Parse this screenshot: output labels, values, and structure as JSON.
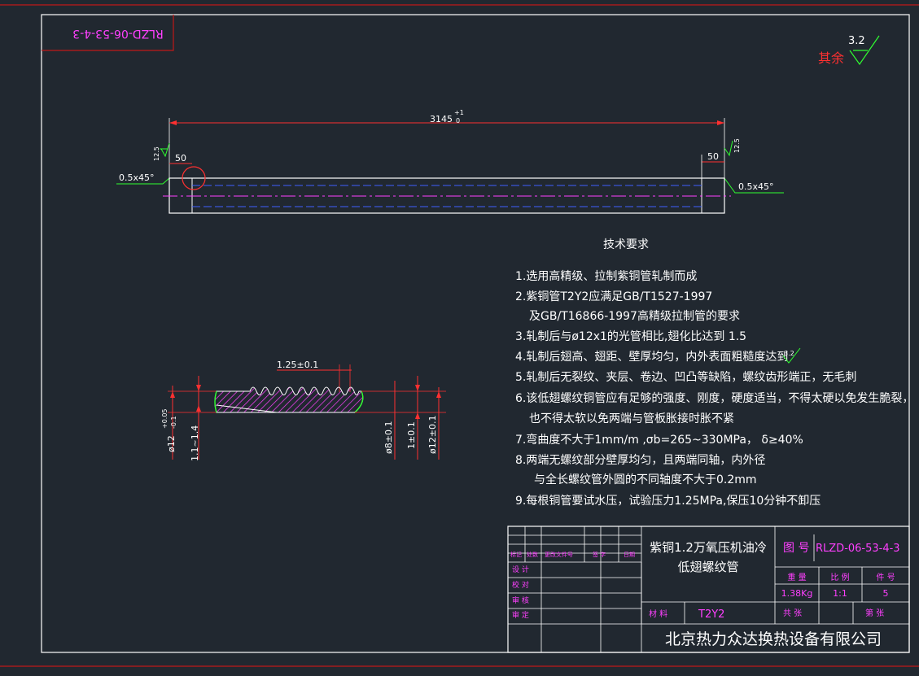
{
  "drawing_code": "RLZD-06-53-4-3",
  "roughness_note": {
    "label": "其余",
    "value": "3.2"
  },
  "dimensions": {
    "overall_length": "3145",
    "overall_tol_upper": "+1",
    "overall_tol_lower": "0",
    "end_length_left": "50",
    "end_length_right": "50",
    "chamfer_left": "0.5x45°",
    "chamfer_right": "0.5x45°",
    "end_roughness": "12.5",
    "pitch": "1.25±0.1",
    "outer_dia": "ø12",
    "outer_tol_upper": "+0.05",
    "outer_tol_lower": "-0.1",
    "groove_depth": "1.1~1.4",
    "inner_dia": "ø8±0.1",
    "wall": "1±0.1",
    "outer_dia_right": "ø12±0.1"
  },
  "tech_requirements": {
    "title": "技术要求",
    "items": [
      "1.选用高精级、拉制紫铜管轧制而成",
      "2.紫铜管T2Y2应满足GB/T1527-1997",
      "及GB/T16866-1997高精级拉制管的要求",
      "3.轧制后与ø12x1的光管相比,翅化比达到 1.5",
      "4.轧制后翅高、翅距、壁厚均匀，内外表面粗糙度达到",
      "5.轧制后无裂纹、夹层、卷边、凹凸等缺陷，螺纹齿形端正，无毛刺",
      "6.该低翅螺纹铜管应有足够的强度、刚度，硬度适当，不得太硬以免发生脆裂，",
      "也不得太软以免两端与管板胀接时胀不紧",
      "7.弯曲度不大于1mm/m ,σb=265~330MPa，  δ≥40%",
      "8.两端无螺纹部分壁厚均匀，且两端同轴，内外径",
      "与全长螺纹管外圆的不同轴度不大于0.2mm",
      "9.每根铜管要试水压，试验压力1.25MPa,保压10分钟不卸压"
    ],
    "item4_roughness": "3.2"
  },
  "title_block": {
    "part_name_line1": "紫铜1.2万氧压机油冷",
    "part_name_line2": "低翅螺纹管",
    "drawing_no_label": "图 号",
    "drawing_no": "RLZD-06-53-4-3",
    "weight_label": "重 量",
    "scale_label": "比 例",
    "qty_label": "件 号",
    "weight": "1.38Kg",
    "scale": "1:1",
    "qty": "5",
    "material_label": "材 料",
    "material": "T2Y2",
    "sheets_label": "共   张",
    "sheet_label": "第   张",
    "company": "北京热力众达换热设备有限公司",
    "rev_headers": [
      "标记",
      "处数",
      "更改文件号",
      "签 字",
      "日期"
    ],
    "roles": [
      "设 计",
      "校 对",
      "审 核",
      "审 定"
    ]
  },
  "colors": {
    "background": "#212830",
    "line_white": "#ffffff",
    "dim_red": "#ff3030",
    "magenta": "#ff40ff",
    "green": "#30ff30",
    "blue": "#4060ff",
    "border_red": "#c01818"
  }
}
